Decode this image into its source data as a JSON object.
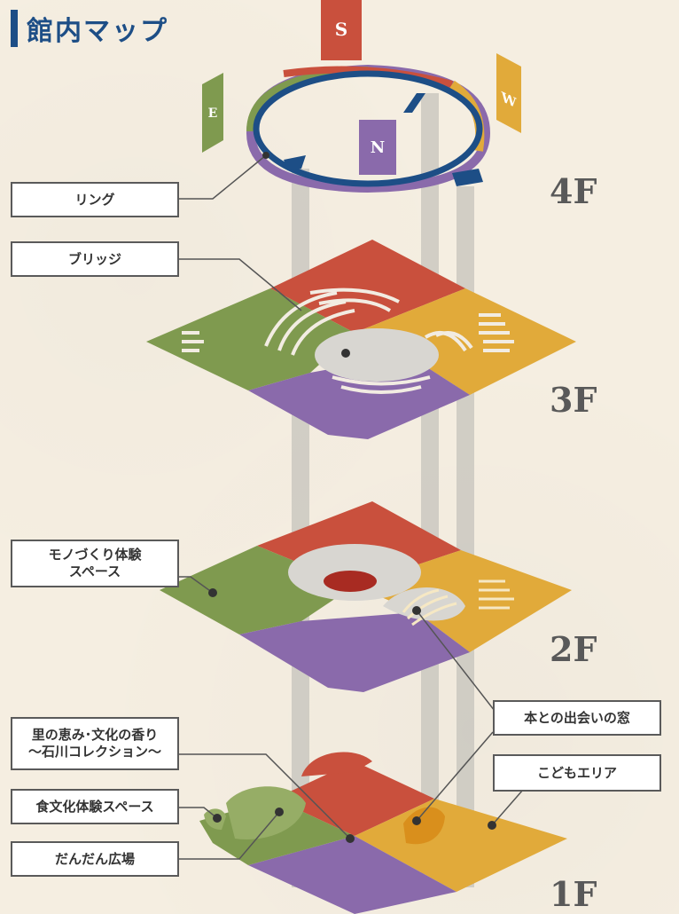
{
  "title": "館内マップ",
  "compass": {
    "s": "S",
    "w": "W",
    "e": "E",
    "n": "N"
  },
  "floors": {
    "f4": "4F",
    "f3": "3F",
    "f2": "2F",
    "f1": "1F"
  },
  "labels": {
    "ring": "リング",
    "bridge": "ブリッジ",
    "monozukuri_1": "モノづくり体験",
    "monozukuri_2": "スペース",
    "sato_1": "里の恵み･文化の香り",
    "sato_2": "～石川コレクション～",
    "shokubunka": "食文化体験スペース",
    "dandan": "だんだん広場",
    "hon": "本との出会いの窓",
    "kodomo": "こどもエリア"
  },
  "colors": {
    "red": "#c9503d",
    "green": "#7f9a4f",
    "yellow": "#e1aa3a",
    "purple": "#8a6aab",
    "blue": "#1d4e86",
    "gray": "#c9c9c9"
  }
}
